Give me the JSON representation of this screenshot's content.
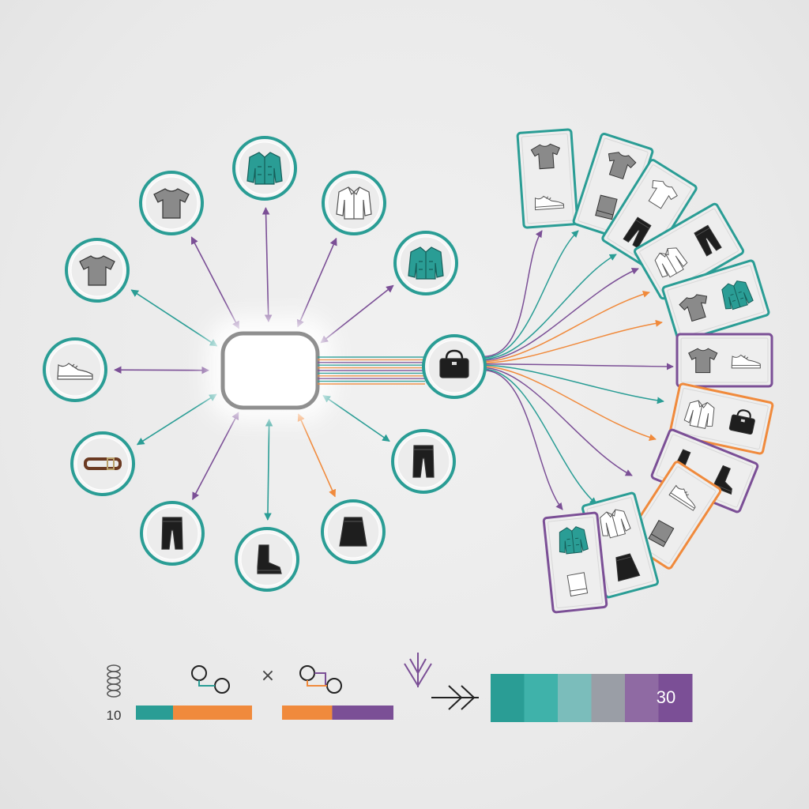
{
  "colors": {
    "teal": "#2a9d95",
    "purple": "#7b4f96",
    "orange": "#f08a3c",
    "gray": "#8a8a8a",
    "dark": "#1e1e1e",
    "white_item": "#ffffff",
    "belt": "#6b3a22"
  },
  "hub": {
    "shape": "rounded-square",
    "items": [
      {
        "icon": "tshirt-icon",
        "color": "gray",
        "ring": "teal"
      },
      {
        "icon": "jacket-icon",
        "color": "teal",
        "ring": "teal"
      },
      {
        "icon": "shirt-icon",
        "color": "white_item",
        "ring": "teal"
      },
      {
        "icon": "tshirt-icon",
        "color": "gray",
        "ring": "teal"
      },
      {
        "icon": "jacket-icon",
        "color": "teal",
        "ring": "teal"
      },
      {
        "icon": "sneaker-icon",
        "color": "white_item",
        "ring": "teal"
      },
      {
        "icon": "belt-icon",
        "color": "belt",
        "ring": "teal"
      },
      {
        "icon": "pants-icon",
        "color": "dark",
        "ring": "teal"
      },
      {
        "icon": "boot-icon",
        "color": "dark",
        "ring": "teal"
      },
      {
        "icon": "skirt-icon",
        "color": "dark",
        "ring": "teal"
      },
      {
        "icon": "pants-icon",
        "color": "dark",
        "ring": "teal"
      }
    ]
  },
  "source_item": {
    "icon": "handbag-icon",
    "color": "dark",
    "ring": "teal"
  },
  "outfit_cards": [
    {
      "border": "teal",
      "items": [
        {
          "icon": "tshirt-icon",
          "color": "gray"
        },
        {
          "icon": "sneaker-icon",
          "color": "white_item"
        }
      ]
    },
    {
      "border": "teal",
      "items": [
        {
          "icon": "tshirt-icon",
          "color": "gray"
        },
        {
          "icon": "folded-shirt-icon",
          "color": "gray"
        }
      ]
    },
    {
      "border": "teal",
      "items": [
        {
          "icon": "tshirt-icon",
          "color": "white_item"
        },
        {
          "icon": "pants-icon",
          "color": "dark"
        }
      ]
    },
    {
      "border": "teal",
      "items": [
        {
          "icon": "shirt-icon",
          "color": "white_item"
        },
        {
          "icon": "pants-icon",
          "color": "dark"
        }
      ]
    },
    {
      "border": "teal",
      "items": [
        {
          "icon": "tshirt-icon",
          "color": "gray"
        },
        {
          "icon": "jacket-icon",
          "color": "teal"
        }
      ]
    },
    {
      "border": "purple",
      "items": [
        {
          "icon": "tshirt-icon",
          "color": "gray"
        },
        {
          "icon": "sneaker-icon",
          "color": "white_item"
        }
      ]
    },
    {
      "border": "orange",
      "items": [
        {
          "icon": "shirt-icon",
          "color": "white_item"
        },
        {
          "icon": "handbag-icon",
          "color": "dark"
        }
      ]
    },
    {
      "border": "purple",
      "items": [
        {
          "icon": "boot-icon",
          "color": "dark"
        },
        {
          "icon": "boot-icon",
          "color": "dark"
        }
      ]
    },
    {
      "border": "orange",
      "items": [
        {
          "icon": "sneaker-icon",
          "color": "white_item"
        },
        {
          "icon": "folded-shirt-icon",
          "color": "gray"
        }
      ]
    },
    {
      "border": "teal",
      "items": [
        {
          "icon": "shirt-icon",
          "color": "white_item"
        },
        {
          "icon": "skirt-icon",
          "color": "dark"
        }
      ]
    },
    {
      "border": "purple",
      "items": [
        {
          "icon": "jacket-icon",
          "color": "teal"
        },
        {
          "icon": "folded-shirt-icon",
          "color": "white_item"
        }
      ]
    }
  ],
  "fan_lines": [
    "purple",
    "teal",
    "teal",
    "purple",
    "orange",
    "orange",
    "purple",
    "teal",
    "orange",
    "purple",
    "teal",
    "purple"
  ],
  "legend": {
    "count_icon": "coin-stack-icon",
    "count_value": "10",
    "multiply_symbol": "×",
    "pair_icon": "linked-circles-icon",
    "bar_a": [
      {
        "color": "teal",
        "fraction": 0.32
      },
      {
        "color": "orange",
        "fraction": 0.68
      }
    ],
    "bar_b": [
      {
        "color": "orange",
        "fraction": 0.45
      },
      {
        "color": "purple",
        "fraction": 0.55
      }
    ],
    "merge_icon": "merge-arrow-icon",
    "result_segments": [
      "#2a9d95",
      "#3fb2aa",
      "#7bbdbb",
      "#9a9ea6",
      "#8f6aa3",
      "#7b4f96"
    ],
    "result_value": "30"
  }
}
